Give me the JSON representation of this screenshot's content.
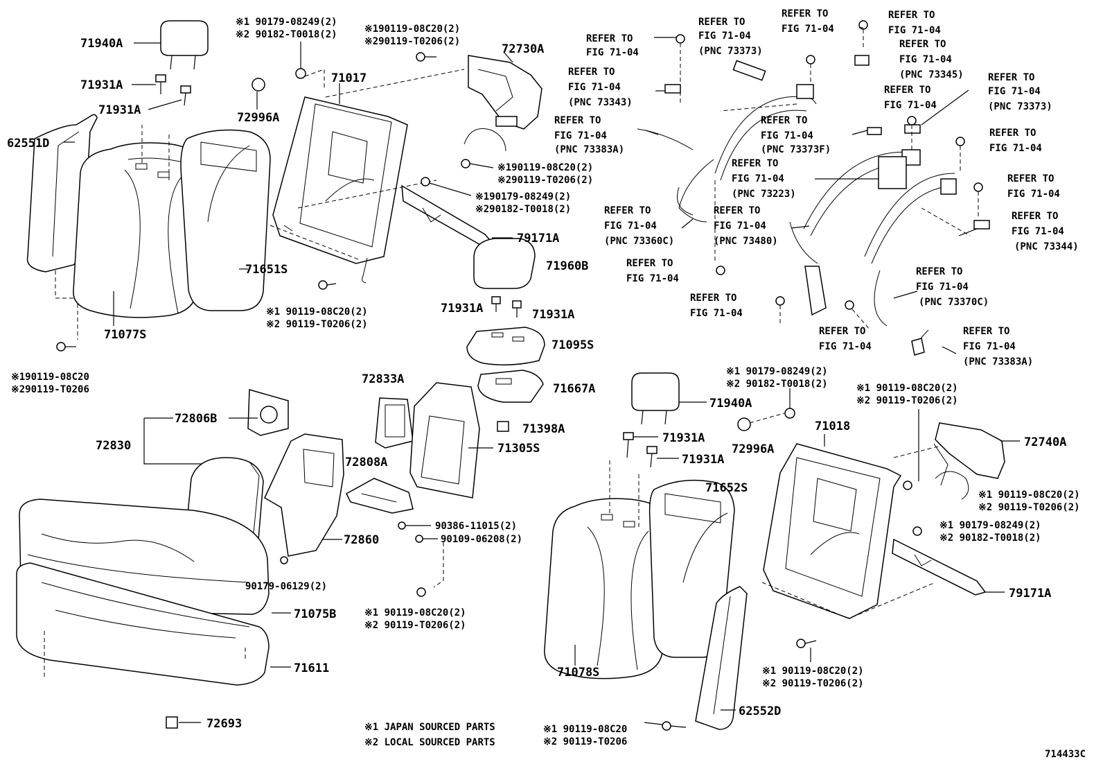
{
  "diagram_id": "714433C",
  "notes": [
    "※1 JAPAN SOURCED PARTS",
    "※2 LOCAL SOURCED PARTS"
  ],
  "part_numbers": {
    "p71940A": "71940A",
    "p71931A_1": "71931A",
    "p71931A_2": "71931A",
    "p62551D": "62551D",
    "p71077S": "71077S",
    "p71651S": "71651S",
    "p72996A": "72996A",
    "p71017": "71017",
    "p72730A": "72730A",
    "p79171A": "79171A",
    "p71960B": "71960B",
    "p71931A_3": "71931A",
    "p71931A_4": "71931A",
    "p71095S": "71095S",
    "p71667A": "71667A",
    "p71398A": "71398A",
    "p72833A": "72833A",
    "p71305S": "71305S",
    "p72806B": "72806B",
    "p72830": "72830",
    "p72808A": "72808A",
    "p72860": "72860",
    "p71075B": "71075B",
    "p71611": "71611",
    "p72693": "72693",
    "p71940A_2": "71940A",
    "p71931A_5": "71931A",
    "p71931A_6": "71931A",
    "p72996A_2": "72996A",
    "p71652S": "71652S",
    "p71018": "71018",
    "p72740A": "72740A",
    "p79171A_2": "79171A",
    "p71078S": "71078S",
    "p62552D": "62552D"
  },
  "fasteners": {
    "f1a": "※1 90179-08249(2)",
    "f1b": "※2 90182-T0018(2)",
    "f2a": "※190119-08C20(2)",
    "f2b": "※290119-T0206(2)",
    "f3a": "※190119-08C20(2)",
    "f3b": "※290119-T0206(2)",
    "f4a": "※190179-08249(2)",
    "f4b": "※290182-T0018(2)",
    "f5a": "※1 90119-08C20(2)",
    "f5b": "※2 90119-T0206(2)",
    "f6a": "※190119-08C20",
    "f6b": "※290119-T0206",
    "f7": "90386-11015(2)",
    "f8": "90109-06208(2)",
    "f9": "90179-06129(2)",
    "f10a": "※1 90119-08C20(2)",
    "f10b": "※2 90119-T0206(2)",
    "f11a": "※1 90179-08249(2)",
    "f11b": "※2 90182-T0018(2)",
    "f12a": "※1 90119-08C20(2)",
    "f12b": "※2 90119-T0206(2)",
    "f13a": "※1 90119-08C20(2)",
    "f13b": "※2 90119-T0206(2)",
    "f14a": "※1 90179-08249(2)",
    "f14b": "※2 90182-T0018(2)",
    "f15a": "※1 90119-08C20(2)",
    "f15b": "※2 90119-T0206(2)",
    "f16a": "※1 90119-08C20",
    "f16b": "※2 90119-T0206"
  },
  "refs": {
    "r1a": "REFER TO",
    "r1b": "FIG 71-04",
    "r2a": "REFER TO",
    "r2b": "FIG 71-04",
    "r2c": "(PNC 73373)",
    "r3a": "REFER TO",
    "r3b": "FIG 71-04",
    "r4a": "REFER TO",
    "r4b": "FIG 71-04",
    "r5a": "REFER TO",
    "r5b": "FIG 71-04",
    "r5c": "(PNC 73345)",
    "r6a": "REFER TO",
    "r6b": "FIG 71-04",
    "r6c": "(PNC 73343)",
    "r7a": "REFER TO",
    "r7b": "FIG 71-04",
    "r7c": "(PNC 73373)",
    "r8a": "REFER TO",
    "r8b": "FIG 71-04",
    "r9a": "REFER TO",
    "r9b": "FIG 71-04",
    "r9c": "(PNC 73383A)",
    "r10a": "REFER TO",
    "r10b": "FIG 71-04",
    "r10c": "(PNC 73373F)",
    "r11a": "REFER TO",
    "r11b": "FIG 71-04",
    "r12a": "REFER TO",
    "r12b": "FIG 71-04",
    "r12c": "(PNC 73223)",
    "r13a": "REFER TO",
    "r13b": "FIG 71-04",
    "r14a": "REFER TO",
    "r14b": "FIG 71-04",
    "r14c": "(PNC 73360C)",
    "r15a": "REFER TO",
    "r15b": "FIG 71-04",
    "r15c": "(PNC 73480)",
    "r16a": "REFER TO",
    "r16b": "FIG 71-04",
    "r16c": "(PNC 73344)",
    "r17a": "REFER TO",
    "r17b": "FIG 71-04",
    "r18a": "REFER TO",
    "r18b": "FIG 71-04",
    "r18c": "(PNC 73370C)",
    "r19a": "REFER TO",
    "r19b": "FIG 71-04",
    "r20a": "REFER TO",
    "r20b": "FIG 71-04",
    "r21a": "REFER TO",
    "r21b": "FIG 71-04",
    "r21c": "(PNC 73383A)"
  }
}
